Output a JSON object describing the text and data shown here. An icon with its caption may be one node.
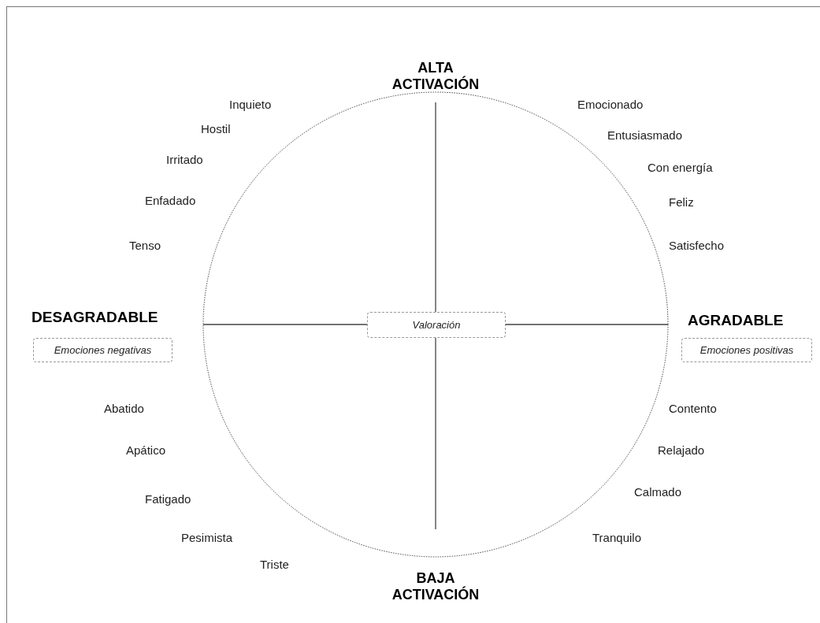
{
  "diagram": {
    "nodes": [
      {
        "text": [
          "Valoración"
        ]
      },
      {
        "text": [
          "Emociones negativas"
        ]
      },
      {
        "text": [
          "Emociones positivas"
        ]
      }
    ],
    "labels": [
      "ALTA ACTIVACIÓN",
      "Inquieto",
      "Hostil",
      "Irritado",
      "Enfadado",
      "Tenso",
      "Emocionado",
      "Entusiasmado",
      "Con energía",
      "Feliz",
      "Satisfecho",
      "DESAGRADABLE",
      "AGRADABLE",
      "Abatido",
      "Apático",
      "Fatigado",
      "Pesimista",
      "Triste",
      "Contento",
      "Relajado",
      "Calmado",
      "Tranquilo",
      "BAJA ACTIVACIÓN"
    ]
  }
}
